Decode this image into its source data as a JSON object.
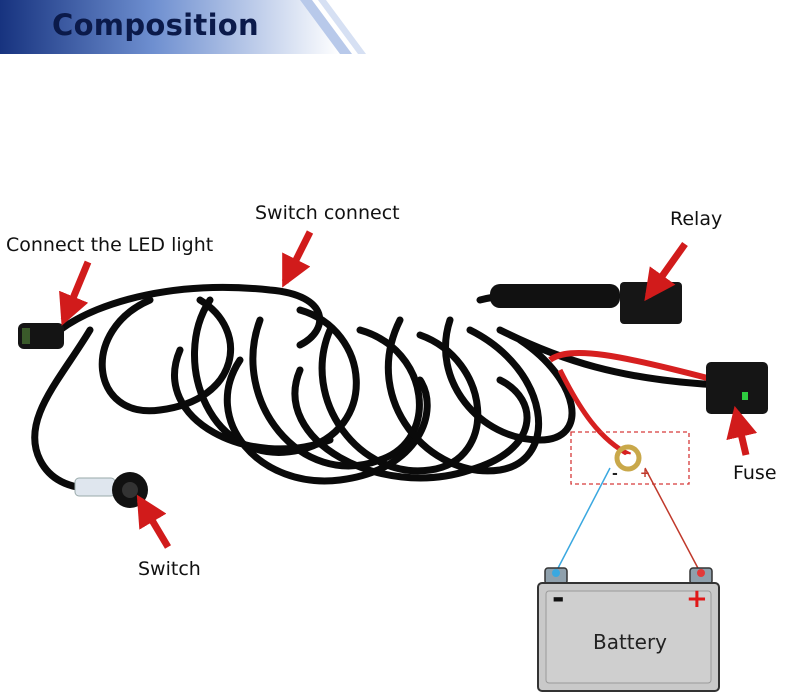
{
  "header": {
    "title": "Composition"
  },
  "labels": {
    "led": "Connect the LED light",
    "switch_connect": "Switch connect",
    "relay": "Relay",
    "fuse": "Fuse",
    "switch": "Switch"
  },
  "battery": {
    "label": "Battery",
    "negative_sign": "-",
    "positive_sign": "+",
    "terminal_negative_mark": "-",
    "terminal_positive_mark": "+"
  },
  "colors": {
    "header_blue": "#1a3a8c",
    "arrow_red": "#d11b1b",
    "wire_black": "#0a0a0a",
    "wire_red": "#d62020",
    "link_blue": "#3aa8e0",
    "link_red": "#c0392b",
    "battery_body": "#c9c9c9"
  }
}
